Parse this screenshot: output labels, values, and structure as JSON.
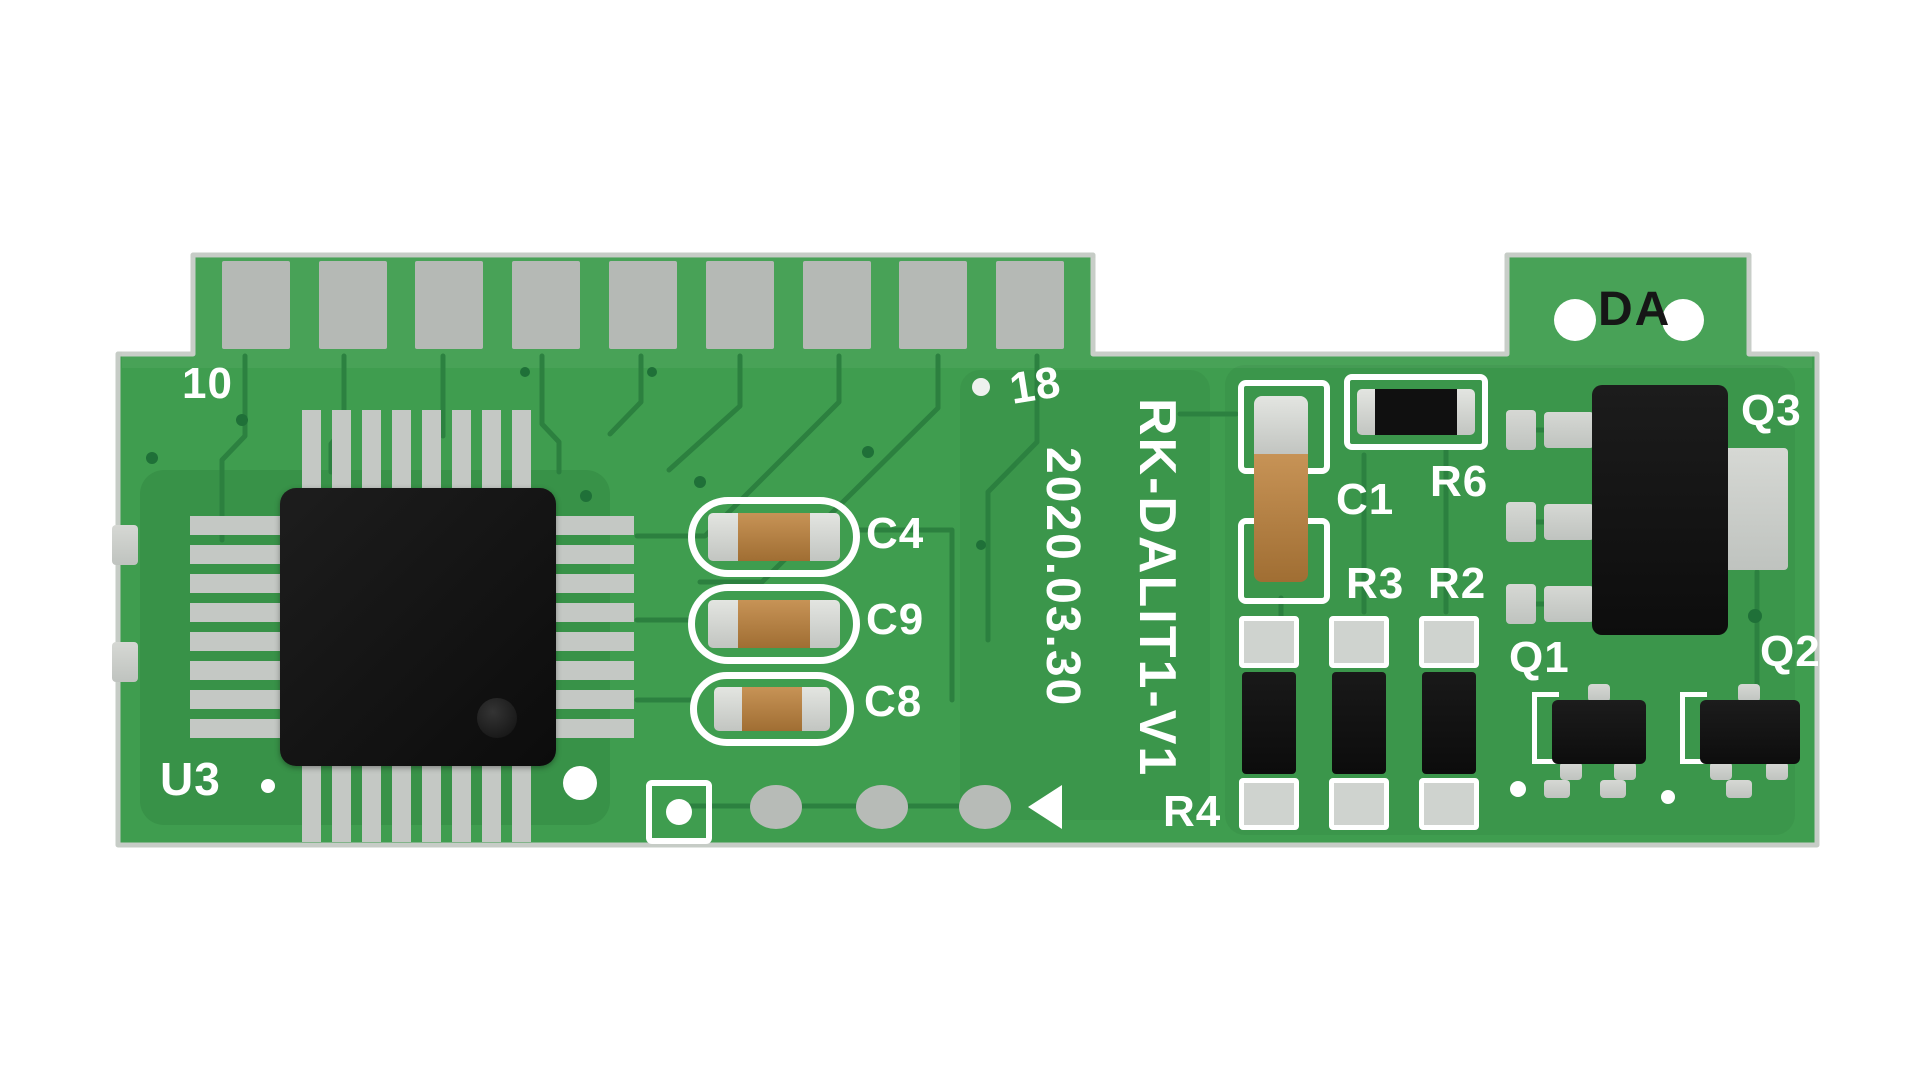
{
  "board": {
    "silkscreen_text": {
      "pin_start": "10",
      "pin_end": "18",
      "model": "RK-DALIT1-V1",
      "date": "2020.03.30",
      "ic": "U3",
      "cap4": "C4",
      "cap9": "C9",
      "cap8": "C8",
      "cap1": "C1",
      "res6": "R6",
      "res3": "R3",
      "res2": "R2",
      "res4": "R4",
      "q1": "Q1",
      "q2": "Q2",
      "q3": "Q3",
      "da": "DA"
    },
    "connector": {
      "pad_count": 9
    },
    "colors": {
      "pcb_green": "#3f9d4f",
      "trace_green": "#2b7f3f",
      "silkscreen_white": "#ffffff",
      "pad_silver": "#c4c8c4",
      "chip_black": "#141414",
      "capacitor_tan": "#b5823f",
      "hole_gray": "#b7bbb7",
      "board_edge": "#c6ccc6"
    }
  }
}
